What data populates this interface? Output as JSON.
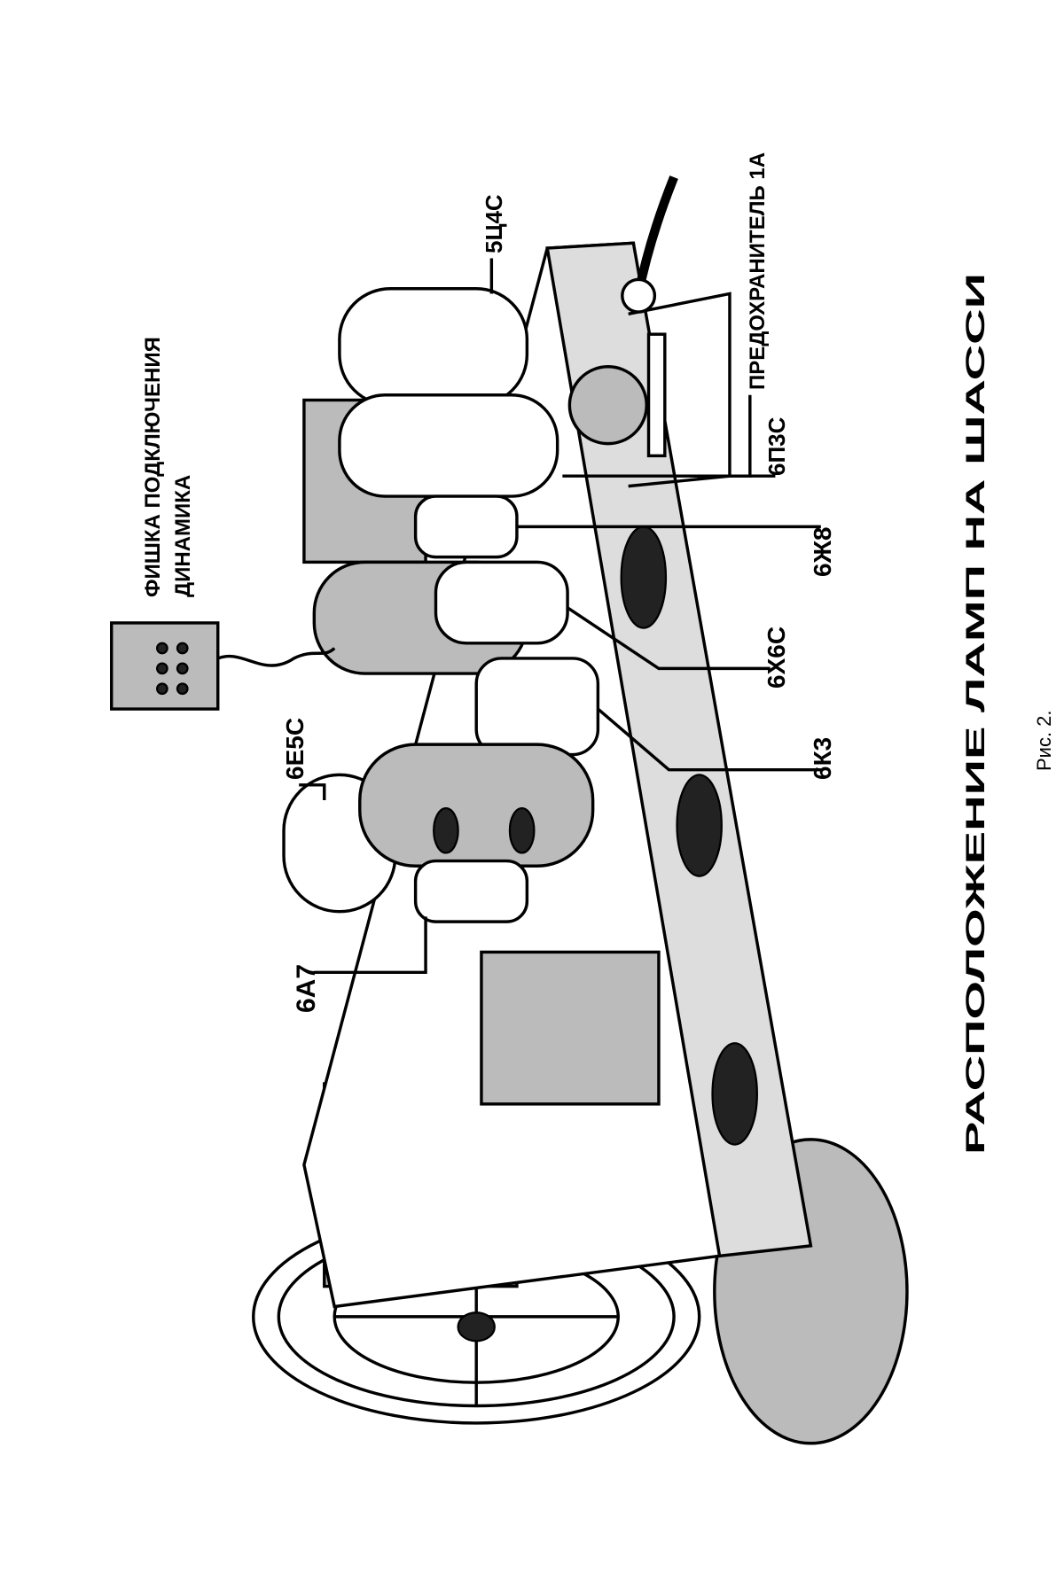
{
  "figure": {
    "title": "РАСПОЛОЖЕНИЕ ЛАМП НА ШАССИ",
    "caption": "Рис. 2.",
    "labels": {
      "speaker_plug_line1": "ФИШКА ПОДКЛЮЧЕНИЯ",
      "speaker_plug_line2": "ДИНАМИКА",
      "fuse": "ПРЕДОХРАНИТЕЛЬ 1А",
      "tube_5c4s": "5Ц4С",
      "tube_6p3s": "6П3С",
      "tube_6zh8": "6Ж8",
      "tube_6kh6s": "6Х6С",
      "tube_6k3": "6К3",
      "tube_6e5s": "6Е5С",
      "tube_6a7": "6А7"
    }
  }
}
